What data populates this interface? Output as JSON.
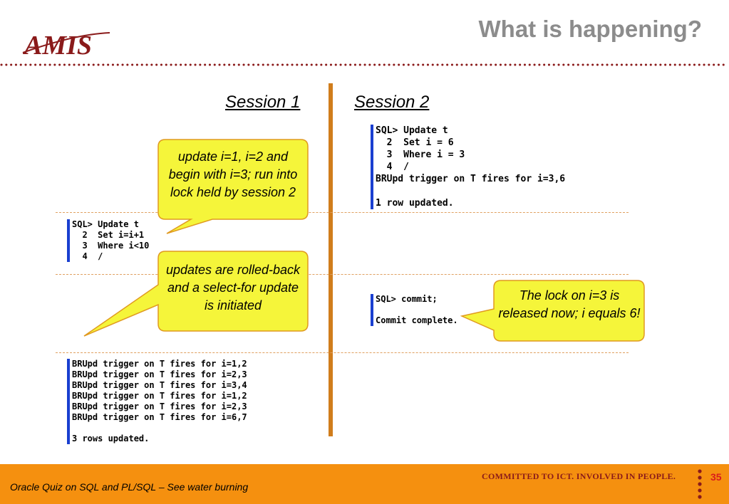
{
  "header": {
    "title": "What is happening?",
    "logo_text": "AMIS"
  },
  "sessions": {
    "session1": "Session 1",
    "session2": "Session 2"
  },
  "session1_blocks": {
    "update": "SQL> Update t\n  2  Set i=i+1\n  3  Where i<10\n  4  /",
    "output": "BRUpd trigger on T fires for i=1,2\nBRUpd trigger on T fires for i=2,3\nBRUpd trigger on T fires for i=3,4\nBRUpd trigger on T fires for i=1,2\nBRUpd trigger on T fires for i=2,3\nBRUpd trigger on T fires for i=6,7\n\n3 rows updated."
  },
  "session2_blocks": {
    "update": "SQL> Update t\n  2  Set i = 6\n  3  Where i = 3\n  4  /\nBRUpd trigger on T fires for i=3,6\n\n1 row updated.",
    "commit": "SQL> commit;\n\nCommit complete."
  },
  "callouts": [
    {
      "text": "update i=1, i=2 and begin with i=3; run into lock held by session 2"
    },
    {
      "text": "updates are rolled-back and a select-for update is initiated"
    },
    {
      "text": "The lock on i=3 is released now; i equals 6!"
    }
  ],
  "footer": {
    "left": "Oracle Quiz on SQL and PL/SQL – See water burning",
    "tagline": "COMMITTED TO ICT. INVOLVED IN PEOPLE.",
    "page_number": "35"
  },
  "colors": {
    "accent": "#f5900f",
    "brand": "#8a1a1a",
    "callout_fill": "#f5f53a",
    "divider": "#d07d1c"
  }
}
